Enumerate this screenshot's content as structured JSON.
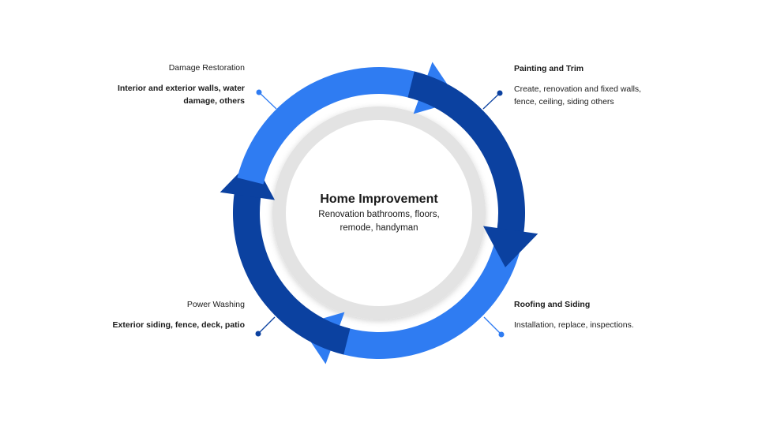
{
  "colors": {
    "light_blue": "#2F7CF2",
    "dark_blue": "#0B41A0",
    "ring_gray": "#E3E3E3",
    "text": "#1A1A1A"
  },
  "center": {
    "title": "Home Improvement",
    "subtitle_line1": "Renovation bathrooms, floors,",
    "subtitle_line2": "remode, handyman"
  },
  "segments": {
    "top_left": {
      "heading": "Damage Restoration",
      "desc_line1": "Interior and exterior walls, water",
      "desc_line2": "damage, others"
    },
    "top_right": {
      "heading": "Painting and Trim",
      "desc_line1": "Create, renovation and fixed walls,",
      "desc_line2": "fence, ceiling, siding others"
    },
    "bottom_right": {
      "heading": "Roofing and Siding",
      "desc_line1": "Installation, replace, inspections."
    },
    "bottom_left": {
      "heading": "Power Washing",
      "desc_line1": "Exterior siding, fence, deck, patio"
    }
  }
}
